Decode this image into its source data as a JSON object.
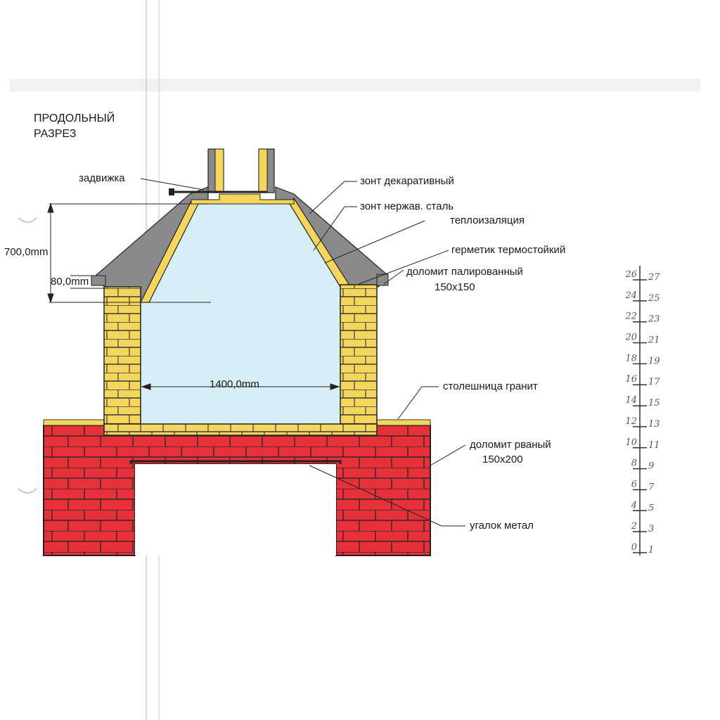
{
  "title_line1": "ПРОДОЛЬНЫЙ",
  "title_line2": "РАЗРЕЗ",
  "labels": {
    "damper": "задвижка",
    "hood_decorative": "зонт декаративный",
    "hood_steel": "зонт нержав. сталь",
    "insulation": "теплоизаляция",
    "sealant": "герметик термостойкий",
    "dolomite_polished": "доломит палированный",
    "dolomite_polished_size": "150x150",
    "countertop": "столешница гранит",
    "dolomite_rough": "доломит рваный",
    "dolomite_rough_size": "150x200",
    "angle": "угалок метал"
  },
  "dimensions": {
    "height": "700,0mm",
    "step": "80,0mm",
    "width": "1400,0mm"
  },
  "row_scale": {
    "left": [
      "26",
      "24",
      "22",
      "20",
      "18",
      "16",
      "14",
      "12",
      "10",
      "8",
      "6",
      "4",
      "2",
      "0"
    ],
    "right": [
      "27",
      "25",
      "23",
      "21",
      "19",
      "17",
      "15",
      "13",
      "11",
      "9",
      "7",
      "5",
      "3",
      "1"
    ]
  },
  "colors": {
    "red_brick": "#e8303a",
    "yellow_brick": "#f6d55c",
    "gray_hood": "#8a8a8a",
    "interior": "#d7eef7",
    "mortar": "#2a2a2a"
  }
}
